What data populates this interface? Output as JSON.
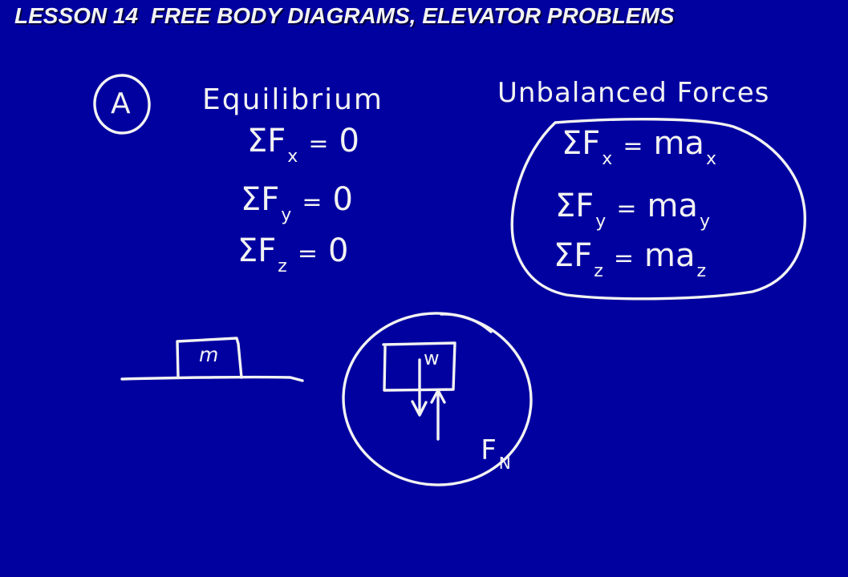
{
  "canvas": {
    "background_color": "#0101A0",
    "ink_color": "#F2F2F2"
  },
  "title": "LESSON 14  FREE BODY DIAGRAMS, ELEVATOR PROBLEMS",
  "section_a": {
    "label": "A"
  },
  "equilibrium": {
    "heading": "Equilibrium",
    "eq_x": {
      "lhs": "ΣF",
      "lhs_sub": "x",
      "rel": "=",
      "rhs": "0"
    },
    "eq_y": {
      "lhs": "ΣF",
      "lhs_sub": "y",
      "rel": "=",
      "rhs": "0"
    },
    "eq_z": {
      "lhs": "ΣF",
      "lhs_sub": "z",
      "rel": "=",
      "rhs": "0"
    }
  },
  "unbalanced": {
    "heading": "Unbalanced Forces",
    "eq_x": {
      "lhs": "ΣF",
      "lhs_sub": "x",
      "rel": "=",
      "rhs": "ma",
      "rhs_sub": "x"
    },
    "eq_y": {
      "lhs": "ΣF",
      "lhs_sub": "y",
      "rel": "=",
      "rhs": "ma",
      "rhs_sub": "y"
    },
    "eq_z": {
      "lhs": "ΣF",
      "lhs_sub": "z",
      "rel": "=",
      "rhs": "ma",
      "rhs_sub": "z"
    }
  },
  "block_on_surface": {
    "mass_label": "m"
  },
  "free_body_diagram": {
    "weight_label": "w",
    "normal_force_label": "F",
    "normal_force_sub": "N"
  }
}
